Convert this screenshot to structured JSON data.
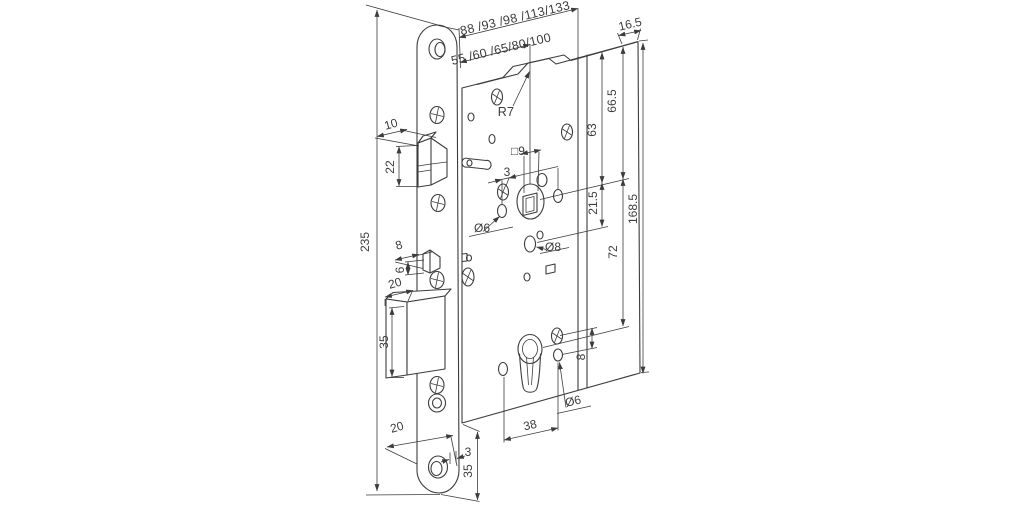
{
  "drawing": {
    "subject": "mortise-lock-dimensional-drawing",
    "colors": {
      "line": "#3c3c3c",
      "background": "#ffffff"
    },
    "labels": {
      "case_depth_options": "88 /93 /98 /113/133",
      "backset_options": "55 /60 /65/80/100",
      "case_thickness": "16.5",
      "latch_radius": "R7",
      "follower_square": "□9",
      "follower_offset": "3",
      "hole_dia_center": "Ø6",
      "hole_dia_lower": "Ø8",
      "top_to_follower_front": "63",
      "top_to_follower_back": "66.5",
      "follower_to_lower_hole": "21.5",
      "follower_to_cylinder": "72",
      "case_height": "168.5",
      "cylinder_hole_offset": "8",
      "hole_dia_bottom": "Ø6",
      "cylinder_hole_spacing": "38",
      "faceplate_length": "235",
      "latch_depth": "10",
      "latch_height": "22",
      "trigger_depth": "8",
      "trigger_height": "6",
      "deadbolt_depth": "20",
      "deadbolt_height": "35",
      "faceplate_width": "20",
      "faceplate_thickness": "3",
      "faceplate_end_offset": "35"
    }
  }
}
